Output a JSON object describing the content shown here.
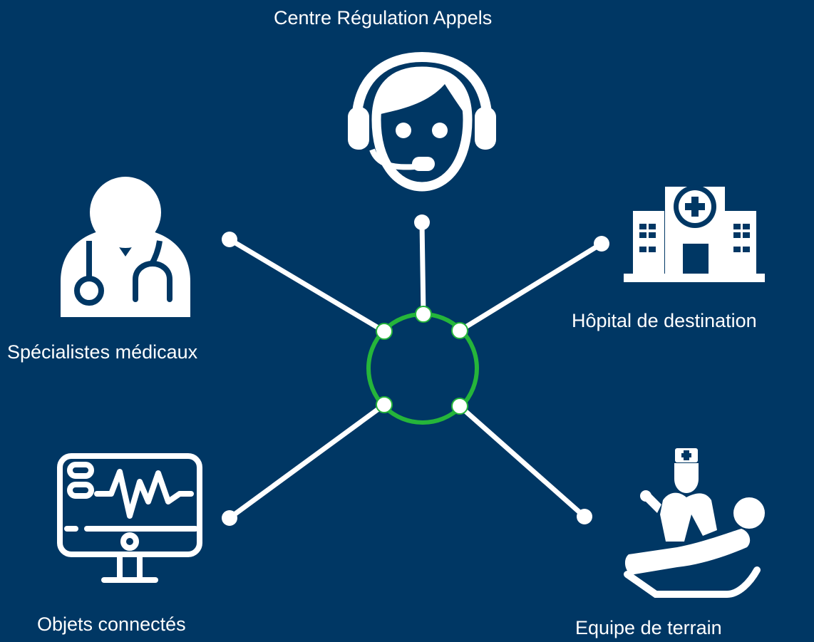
{
  "nodes": {
    "top": "Centre Régulation Appels",
    "left": "Spécialistes médicaux",
    "right": "Hôpital de destination",
    "bottom_left": "Objets connectés",
    "bottom_right": "Equipe de terrain"
  },
  "icons": {
    "top": "operator-headset-icon",
    "left": "doctor-stethoscope-icon",
    "right": "hospital-building-icon",
    "bottom_left": "vital-signs-monitor-icon",
    "bottom_right": "paramedic-patient-icon"
  },
  "colors": {
    "background": "#003764",
    "foreground": "#ffffff",
    "hub_ring": "#25b53a"
  }
}
